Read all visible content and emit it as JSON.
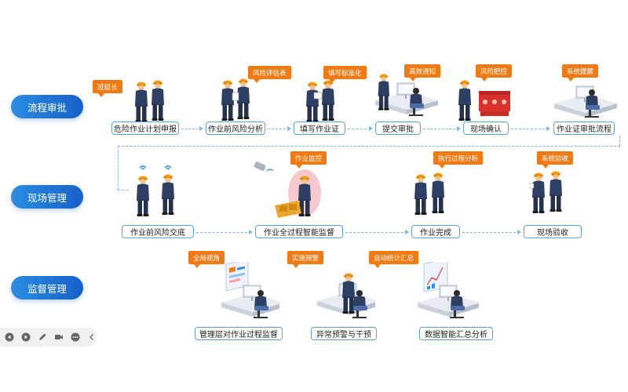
{
  "lanes": [
    {
      "label": "流程审批"
    },
    {
      "label": "现场管理"
    },
    {
      "label": "监督管理"
    }
  ],
  "row1": {
    "steps": [
      "危险作业计划申报",
      "作业前风险分析",
      "填写作业证",
      "提交审批",
      "现场确认",
      "作业证审批流程"
    ],
    "tags": [
      "班组长",
      "风险评估表",
      "填写标准化",
      "高效通知",
      "风险把控",
      "系统提醒"
    ]
  },
  "row2": {
    "steps": [
      "作业前风险交底",
      "作业全过程智能监督",
      "作业完成",
      "现场验收"
    ],
    "tags": [
      "作业监控",
      "执行过程分析",
      "系统验收"
    ]
  },
  "row3": {
    "steps": [
      "管理层对作业过程监督",
      "异常预警与干预",
      "数据智能汇总分析"
    ],
    "tags": [
      "全局视角",
      "实施预警",
      "自动统计汇总"
    ]
  },
  "colors": {
    "lane_blue": "#1760c9",
    "step_border": "#5aa0de",
    "tag_orange": "#f07b14",
    "worker_navy": "#2d3f63",
    "helmet_orange": "#f29b12"
  },
  "toolbar": {
    "icons": [
      "prev-icon",
      "next-icon",
      "pen-icon",
      "camera-icon",
      "more-icon",
      "collapse-icon"
    ]
  }
}
